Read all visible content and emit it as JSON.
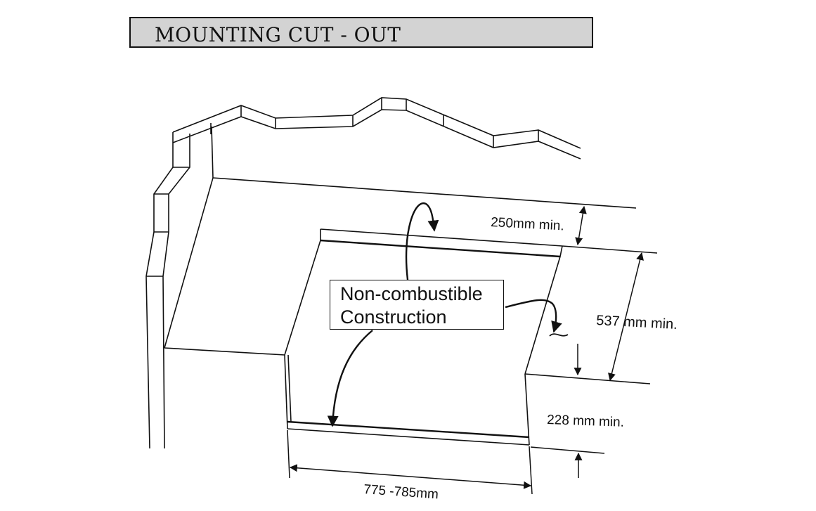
{
  "title": "MOUNTING CUT - OUT",
  "callout": {
    "line1": "Non-combustible",
    "line2": "Construction"
  },
  "dimensions": {
    "top_clearance": "250mm min.",
    "depth": "537 mm min.",
    "front_clearance": "228 mm min.",
    "width": "775 -785mm"
  },
  "colors": {
    "title_bar": "#d3d3d3",
    "line": "#111111"
  }
}
